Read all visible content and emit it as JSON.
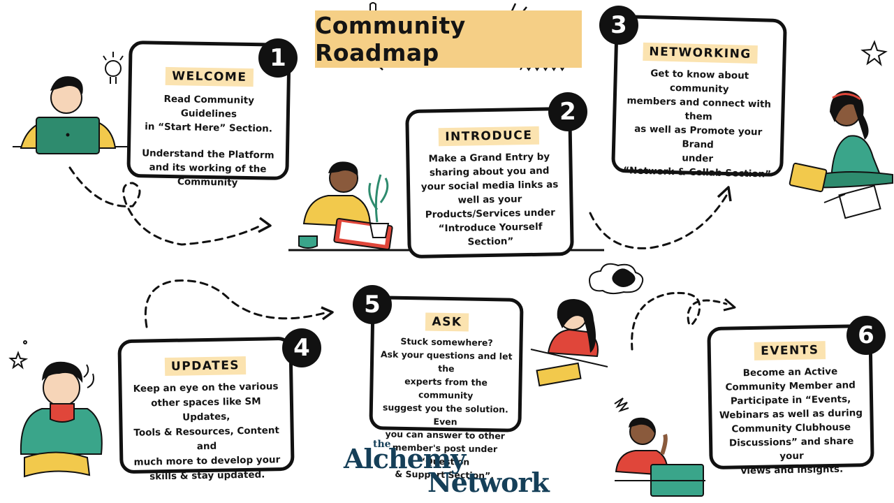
{
  "title": "Community Roadmap",
  "steps": [
    {
      "number": "1",
      "tag": "WELCOME",
      "lines": [
        "Read Community Guidelines",
        "in “Start Here” Section.",
        "",
        "Understand the Platform",
        "and its working of the",
        "Community"
      ]
    },
    {
      "number": "2",
      "tag": "INTRODUCE",
      "lines": [
        "Make a Grand Entry by",
        "sharing about you and",
        "your social media links as",
        "well as your",
        "Products/Services under",
        "“Introduce Yourself",
        "Section”"
      ]
    },
    {
      "number": "3",
      "tag": "NETWORKING",
      "lines": [
        "Get to know about community",
        "members and connect with them",
        "as well as Promote your Brand",
        "under",
        "“Network & Collab Section”"
      ]
    },
    {
      "number": "4",
      "tag": "UPDATES",
      "lines": [
        "Keep an eye on the various",
        "other spaces like SM Updates,",
        "Tools & Resources, Content and",
        "much more to develop your",
        "skills & stay updated."
      ]
    },
    {
      "number": "5",
      "tag": "ASK",
      "lines": [
        "Stuck somewhere?",
        "Ask your questions and let the",
        "experts from the community",
        "suggest you the solution. Even",
        "you can answer to other",
        "member's post under “Question",
        "& Support Section”."
      ]
    },
    {
      "number": "6",
      "tag": "EVENTS",
      "lines": [
        "Become an Active",
        "Community Member and",
        "Participate in “Events,",
        "Webinars as well as during",
        "Community Clubhouse",
        "Discussions” and share your",
        "views and insights."
      ]
    }
  ],
  "brand": {
    "small": "the",
    "line1": "Alchemy",
    "line2": "Network",
    "color": "#153f58"
  },
  "colors": {
    "banner": "#f5cf86",
    "tag": "#fbe3b0",
    "ink": "#111111",
    "skin": "#8a5a3c",
    "yellow": "#f2c94c",
    "green": "#2e8b6e",
    "teal": "#3aa58a",
    "red": "#e0463a"
  }
}
